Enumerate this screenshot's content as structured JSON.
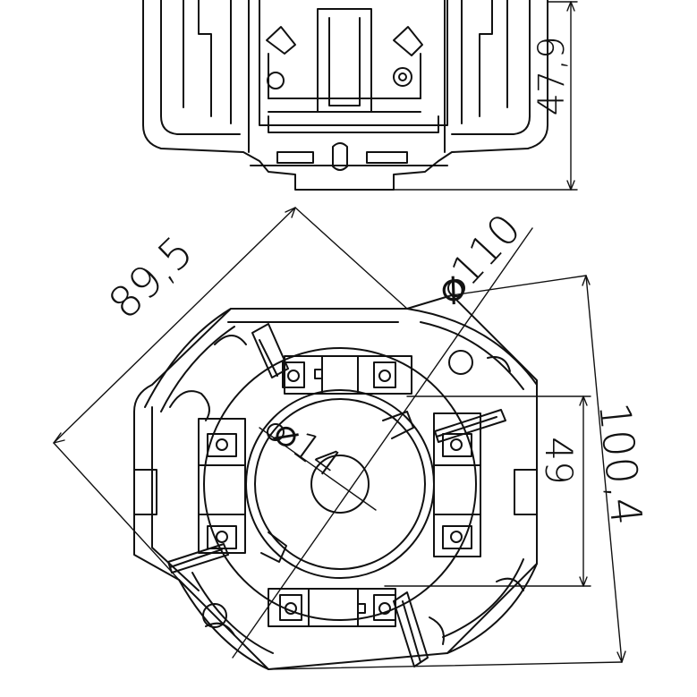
{
  "dimensions": {
    "height_side": "47,9",
    "diagonal_width": "89,5",
    "outer_diameter": "⌀110",
    "inner_diameter": "⌀14",
    "brush_spacing": "49",
    "overall_height": "100,4"
  },
  "colors": {
    "line": "#111111",
    "background": "#ffffff"
  }
}
